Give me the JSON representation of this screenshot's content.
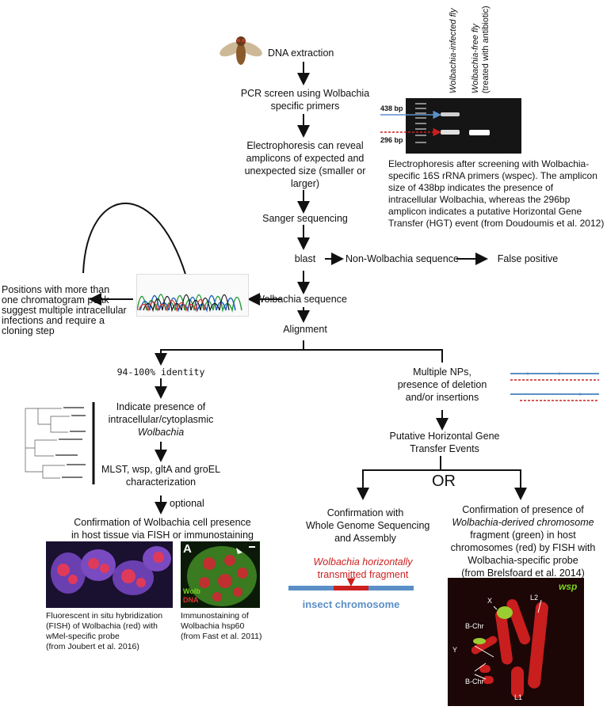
{
  "steps": {
    "dna": "DNA extraction",
    "pcr1": "PCR screen using Wolbachia",
    "pcr2": "specific primers",
    "electro1": "Electrophoresis can reveal",
    "electro2": "amplicons of expected and",
    "electro3": "unexpected size (smaller or",
    "electro4": "larger)",
    "sanger": "Sanger sequencing",
    "blast": "blast",
    "non_wol": "Non-Wolbachia sequence",
    "false_pos": "False positive",
    "wol_seq": "Wolbachia sequence",
    "alignment": "Alignment",
    "identity": "94-100% identity",
    "indicate1": "Indicate presence of",
    "indicate2": "intracellular/cytoplasmic",
    "indicate3": "Wolbachia",
    "mlst1": "MLST, wsp, gltA and groEL",
    "mlst2": "characterization",
    "optional": "optional",
    "confirm1": "Confirmation of Wolbachia cell presence",
    "confirm2": "in host tissue via FISH or immunostaining",
    "multi1": "Multiple NPs,",
    "multi2": "presence of deletion",
    "multi3": "and/or insertions",
    "hgt1": "Putative Horizontal Gene",
    "hgt2": "Transfer Events",
    "or": "OR",
    "wgs1": "Confirmation with",
    "wgs2": "Whole Genome Sequencing",
    "wgs3": "and Assembly",
    "frag1": "Confirmation of presence of",
    "frag2": "Wolbachia-derived chromosome",
    "frag3": "fragment (green) in host",
    "frag4": "chromosomes  (red) by FISH with",
    "frag5": "Wolbachia-specific probe",
    "frag6": "(from Brelsfoard et al. 2014)"
  },
  "positions_note": [
    "Positions with more than",
    "one chromatogram peak",
    "suggest multiple intracellular",
    "infections and require a",
    "cloning step"
  ],
  "gel": {
    "lane1": "Wolbachia-infected fly",
    "lane2a": "Wolbachia-free fly",
    "lane2b": "(treated with antibiotic)",
    "band438": "438 bp",
    "band296": "296 bp",
    "caption": [
      "Electrophoresis after screening with Wolbachia-",
      "specific 16S rRNA primers (wspec). The amplicon",
      "size of 438bp indicates the presence of",
      "intracellular Wolbachia, whereas the 296bp",
      "amplicon indicates a putative Horizontal Gene",
      "Transfer (HGT) event (from Doudoumis et al. 2012)"
    ]
  },
  "insert": {
    "label1": "Wolbachia horizontally",
    "label2": "transmitted fragment",
    "chrom": "insect chromosome"
  },
  "fish_caption": [
    "Fluorescent in situ hybridization",
    "(FISH) of Wolbachia (red) with",
    "wMel-specific probe",
    "(from Joubert et al. 2016)"
  ],
  "immuno": {
    "panel": "A",
    "wolb": "Wolb",
    "dna": "DNA",
    "caption": [
      "Immunostaining of",
      "Wolbachia hsp60",
      "(from Fast et al. 2011)"
    ]
  },
  "chrom_fig": {
    "wsp": "wsp",
    "x": "X",
    "l2": "L2",
    "bchr1": "B-Chr",
    "y": "Y",
    "bchr2": "B-Chr",
    "l1": "L1"
  },
  "colors": {
    "arrow": "#111111",
    "blue": "#5b8fc7",
    "red": "#cc1f1f",
    "green": "#7ed321"
  }
}
